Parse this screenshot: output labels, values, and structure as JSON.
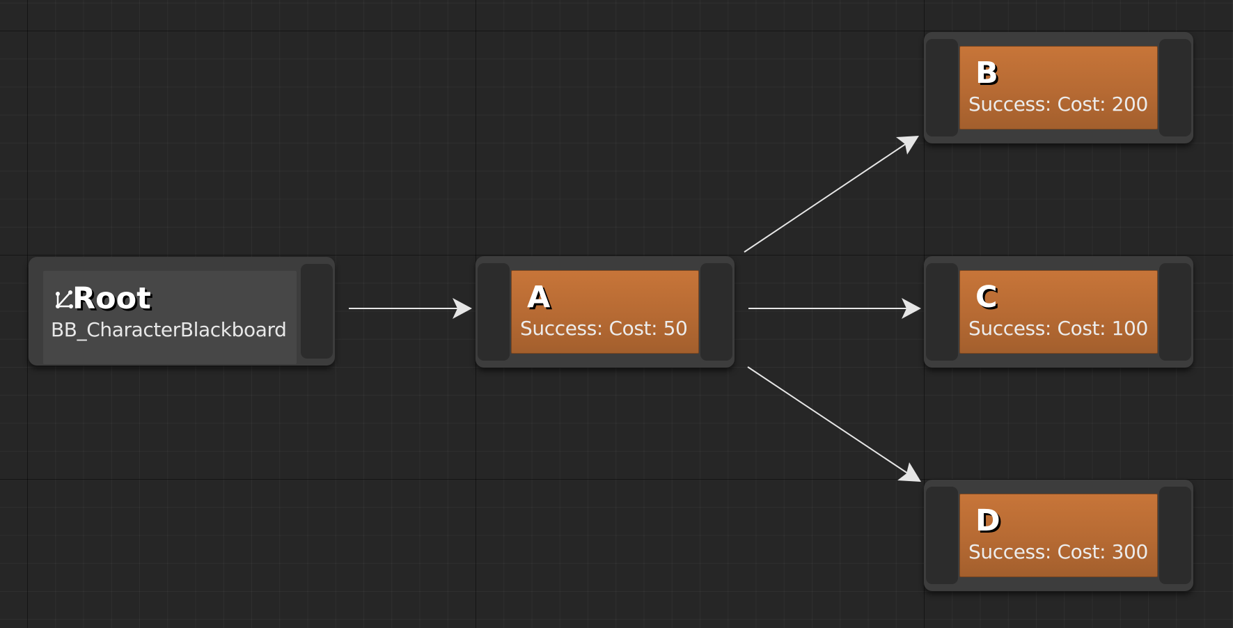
{
  "editor": {
    "background": "#262626",
    "task_color": "#b66a33",
    "wire_color": "#e6e6e6"
  },
  "root": {
    "icon": "branch-icon",
    "title": "Root",
    "subtitle": "BB_CharacterBlackboard"
  },
  "nodes": [
    {
      "id": "A",
      "title": "A",
      "subtitle": "Success: Cost: 50"
    },
    {
      "id": "B",
      "title": "B",
      "subtitle": "Success: Cost: 200"
    },
    {
      "id": "C",
      "title": "C",
      "subtitle": "Success: Cost: 100"
    },
    {
      "id": "D",
      "title": "D",
      "subtitle": "Success: Cost: 300"
    }
  ],
  "edges": [
    {
      "from": "Root",
      "to": "A"
    },
    {
      "from": "A",
      "to": "B"
    },
    {
      "from": "A",
      "to": "C"
    },
    {
      "from": "A",
      "to": "D"
    }
  ]
}
